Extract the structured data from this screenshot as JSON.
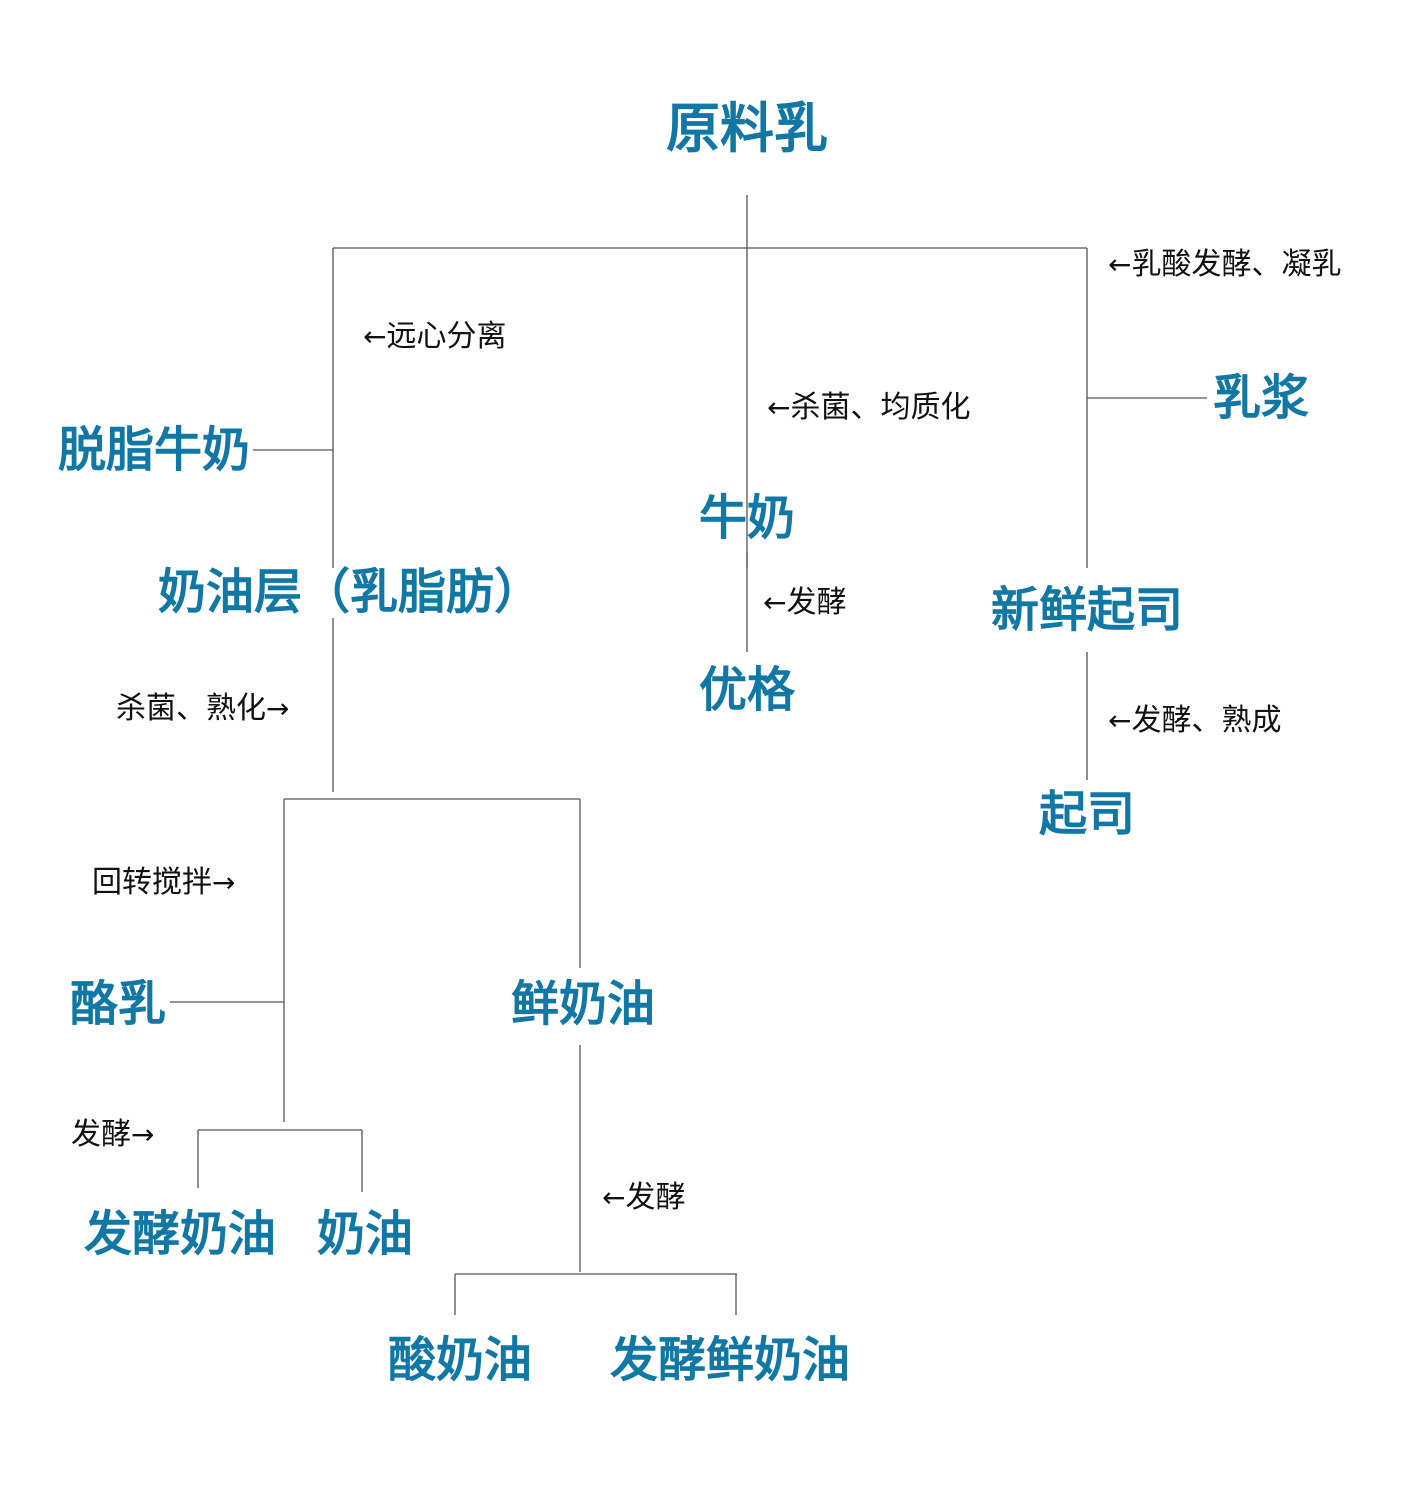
{
  "colors": {
    "node_text": "#1178a6",
    "step_text": "#111111",
    "line": "#555555"
  },
  "nodes": {
    "raw_milk": "原料乳",
    "skim_milk": "脱脂牛奶",
    "cream_layer": "奶油层（乳脂肪）",
    "milk": "牛奶",
    "yogurt": "优格",
    "whey": "乳浆",
    "fresh_cheese": "新鲜起司",
    "cheese": "起司",
    "buttermilk": "酪乳",
    "fresh_cream": "鲜奶油",
    "cultured_butter": "发酵奶油",
    "butter": "奶油",
    "sour_cream": "酸奶油",
    "cultured_fresh_cream": "发酵鲜奶油"
  },
  "steps": {
    "lactic_fermentation_curdling": "乳酸发酵、凝乳",
    "centrifugal_separation": "远心分离",
    "sterilize_homogenize": "杀菌、均质化",
    "ferment_yogurt": "发酵",
    "ferment_ripen": "发酵、熟成",
    "sterilize_age": "杀菌、熟化",
    "churning": "回转搅拌",
    "ferment_butter": "发酵",
    "ferment_cream": "发酵"
  },
  "arrows": {
    "left": "←",
    "right": "→"
  }
}
